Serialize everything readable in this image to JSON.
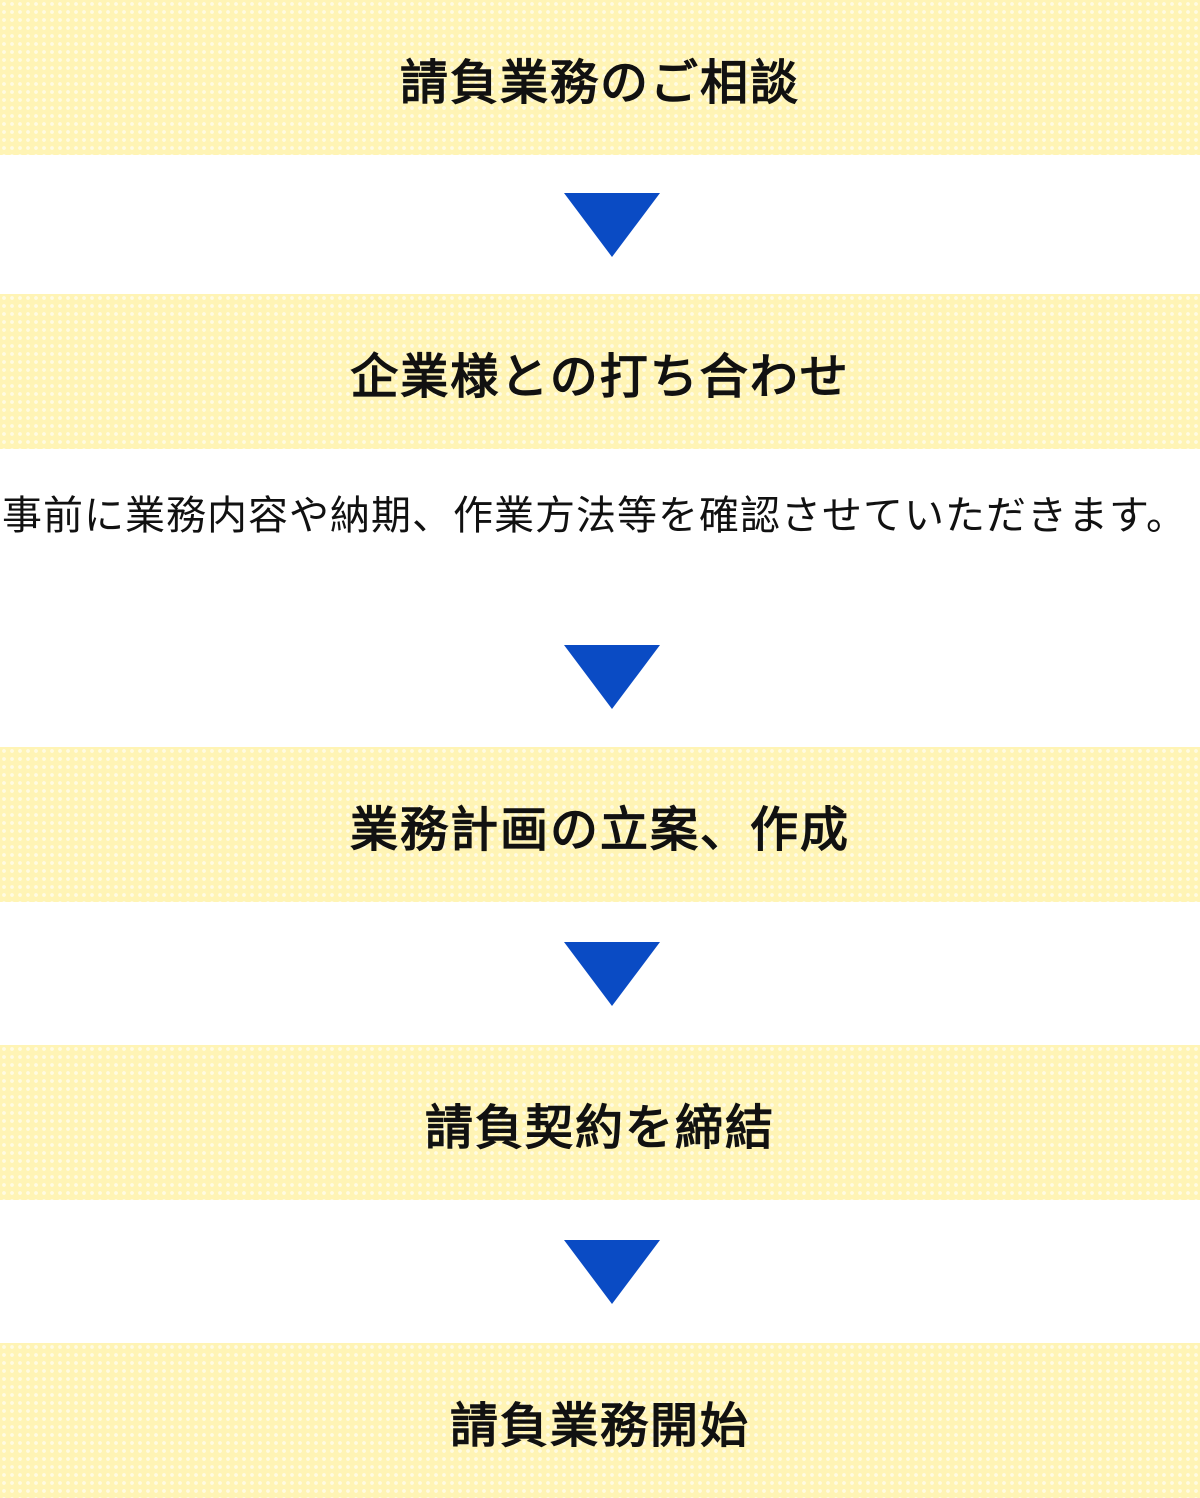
{
  "steps": [
    {
      "label": "請負業務のご相談"
    },
    {
      "label": "企業様との打ち合わせ"
    },
    {
      "label": "業務計画の立案、作成"
    },
    {
      "label": "請負契約を締結"
    },
    {
      "label": "請負業務開始"
    }
  ],
  "note": "事前に業務内容や納期、作業方法等を確認させていただきます。",
  "colors": {
    "step_background": "#fff4b5",
    "arrow": "#0a4bc4"
  },
  "icons": {
    "arrow": "triangle-down-icon"
  }
}
